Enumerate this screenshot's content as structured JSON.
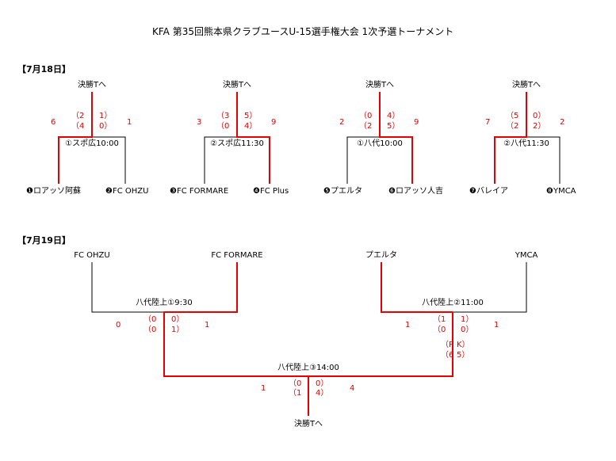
{
  "title": "KFA 第35回熊本県クラブユースU-15選手権大会 1次予選トーナメント",
  "colors": {
    "winner_line": "#e60000",
    "normal_line": "#000000",
    "score_text": "#e60000"
  },
  "day1": {
    "date_label": "【7月18日】",
    "blocks": [
      {
        "final_label": "決勝Tへ",
        "venue": "①スポ広10:00",
        "team_left": "❶ロアッソ阿蘇",
        "team_right": "❷FC OHZU",
        "score_left": "6",
        "score_right": "1",
        "half_left": [
          "（2",
          "（4"
        ],
        "half_right": [
          "1）",
          "0）"
        ]
      },
      {
        "final_label": "決勝Tへ",
        "venue": "②スポ広11:30",
        "team_left": "❸FC FORMARE",
        "team_right": "❹FC Plus",
        "score_left": "3",
        "score_right": "9",
        "half_left": [
          "（3",
          "（0"
        ],
        "half_right": [
          "5）",
          "4）"
        ]
      },
      {
        "final_label": "決勝Tへ",
        "venue": "①八代10:00",
        "team_left": "❺プエルタ",
        "team_right": "❻ロアッソ人吉",
        "score_left": "2",
        "score_right": "9",
        "half_left": [
          "（0",
          "（2"
        ],
        "half_right": [
          "4）",
          "5）"
        ]
      },
      {
        "final_label": "決勝Tへ",
        "venue": "②八代11:30",
        "team_left": "❼バレイア",
        "team_right": "❽YMCA",
        "score_left": "7",
        "score_right": "2",
        "half_left": [
          "（5",
          "（2"
        ],
        "half_right": [
          "0）",
          "2）"
        ]
      }
    ]
  },
  "day2": {
    "date_label": "【7月19日】",
    "teams": [
      "FC OHZU",
      "FC FORMARE",
      "プエルタ",
      "YMCA"
    ],
    "semi1": {
      "venue": "八代陸上①9:30",
      "score_left": "0",
      "score_right": "1",
      "half_left": [
        "（0",
        "（0"
      ],
      "half_right": [
        "0）",
        "1）"
      ]
    },
    "semi2": {
      "venue": "八代陸上②11:00",
      "score_left": "1",
      "score_right": "1",
      "half_left": [
        "（1",
        "（0"
      ],
      "half_right": [
        "1）",
        "0）"
      ],
      "pk_left": [
        "（P",
        "（6"
      ],
      "pk_right": [
        "K）",
        "5）"
      ]
    },
    "final": {
      "venue": "八代陸上③14:00",
      "score_left": "1",
      "score_right": "4",
      "half_left": [
        "（0",
        "（1"
      ],
      "half_right": [
        "0）",
        "4）"
      ],
      "final_label": "決勝Tへ"
    }
  }
}
